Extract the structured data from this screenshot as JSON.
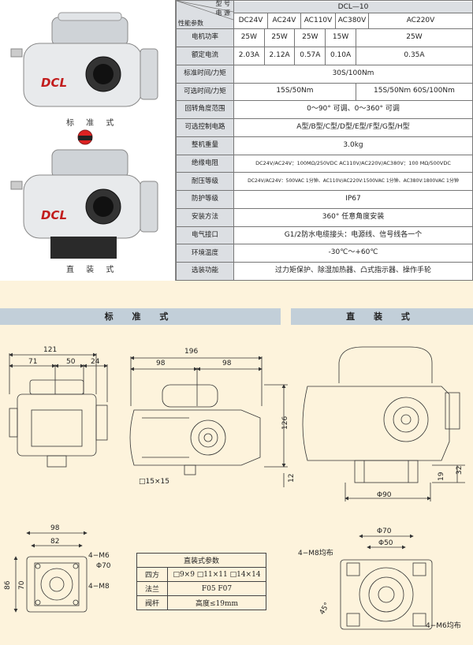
{
  "photos": {
    "caption_standard": "标 准 式",
    "caption_direct": "直 装 式",
    "logo": "DCL"
  },
  "table": {
    "header_model": "型 号",
    "header_power": "电 源",
    "header_param": "性能参数",
    "model": "DCL—10",
    "voltages": [
      "DC24V",
      "AC24V",
      "AC110V",
      "AC380V",
      "AC220V"
    ],
    "rows": [
      {
        "label": "电机功率",
        "cells": [
          "25W",
          "25W",
          "25W",
          "15W",
          "25W"
        ]
      },
      {
        "label": "额定电流",
        "cells": [
          "2.03A",
          "2.12A",
          "0.57A",
          "0.10A",
          "0.35A"
        ]
      },
      {
        "label": "标准时间/力矩",
        "value": "30S/100Nm"
      },
      {
        "label": "可选时间/力矩",
        "value_left": "15S/50Nm",
        "value_right": "15S/50Nm  60S/100Nm"
      },
      {
        "label": "回转角度范围",
        "value": "0～90° 可调、0～360° 可调"
      },
      {
        "label": "可选控制电路",
        "value": "A型/B型/C型/D型/E型/F型/G型/H型"
      },
      {
        "label": "整机重量",
        "value": "3.0kg"
      },
      {
        "label": "绝缘电阻",
        "value": "DC24V/AC24V：100MΩ/250VDC   AC110V/AC220V/AC380V：100 MΩ/500VDC"
      },
      {
        "label": "耐压等级",
        "value": "DC24V/AC24V：500VAC 1分钟、AC110V/AC220V:1500VAC 1分钟、AC380V:1800VAC 1分钟"
      },
      {
        "label": "防护等级",
        "value": "IP67"
      },
      {
        "label": "安装方法",
        "value": "360° 任意角度安装"
      },
      {
        "label": "电气接口",
        "value": "G1/2防水电缆接头：电源线、信号线各一个"
      },
      {
        "label": "环境温度",
        "value": "-30℃～+60℃"
      },
      {
        "label": "选装功能",
        "value": "过力矩保护、除湿加热器、凸式指示器、操作手轮"
      }
    ]
  },
  "sections": {
    "standard": "标 准 式",
    "direct": "直 装 式"
  },
  "dims": {
    "d121": "121",
    "d71": "71",
    "d50": "50",
    "d24": "24",
    "d196": "196",
    "d98a": "98",
    "d98b": "98",
    "d126": "126",
    "d12": "12",
    "d15": "□15×15",
    "d19": "19",
    "d32": "32",
    "d90": "Φ90",
    "d98c": "98",
    "d82": "82",
    "m6": "4−M6",
    "phi70a": "Φ70",
    "d86": "86",
    "d70": "70",
    "m8a": "4−M8",
    "phi70b": "Φ70",
    "phi50": "Φ50",
    "m8b": "4−M8均布",
    "deg45": "45°",
    "m6b": "4−M6均布"
  },
  "params": {
    "title": "直装式参数",
    "rows": [
      {
        "label": "四方",
        "value": "□9×9 □11×11 □14×14"
      },
      {
        "label": "法兰",
        "value": "F05  F07"
      },
      {
        "label": "阀杆",
        "value": "高度≤19mm"
      }
    ]
  }
}
